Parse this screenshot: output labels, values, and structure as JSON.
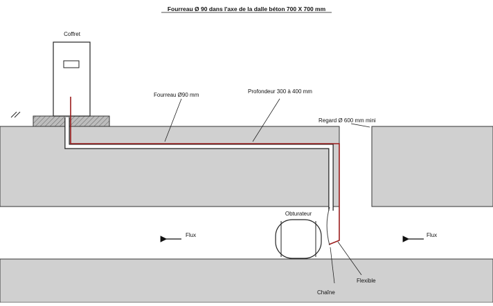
{
  "title": "Fourreau Ø 90 dans l'axe de la dalle béton 700 X 700 mm",
  "labels": {
    "coffret": "Coffret",
    "fourreau": "Fourreau Ø90 mm",
    "profondeur": "Profondeur 300 à 400 mm",
    "regard": "Regard Ø 600 mm mini",
    "obturateur": "Obturateur",
    "flux_left": "Flux",
    "flux_right": "Flux",
    "flexible": "Flexible",
    "chaine": "Chaîne"
  },
  "colors": {
    "ground": "#d0d0d0",
    "cable": "#9b1c1c",
    "outline": "#222222",
    "slab_hatch": "#888888"
  }
}
